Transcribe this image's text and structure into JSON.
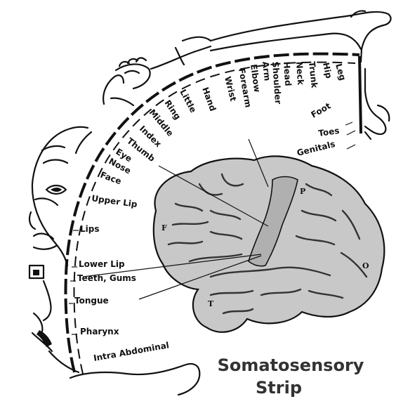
{
  "diagram": {
    "title_line1": "Somatosensory",
    "title_line2": "Strip",
    "colors": {
      "ink": "#111111",
      "brain_fill": "#c8c8c8",
      "strip_fill": "#b4b4b4",
      "sulcus": "#333333"
    },
    "body_part_labels": [
      "Intra Abdominal",
      "Pharynx",
      "Tongue",
      "Teeth, Gums",
      "Lower Lip",
      "Lips",
      "Upper Lip",
      "Face",
      "Nose",
      "Eye",
      "Thumb",
      "Index",
      "Middle",
      "Ring",
      "Little",
      "Hand",
      "Wrist",
      "Forearm",
      "Elbow",
      "Arm",
      "Shoulder",
      "Head",
      "Neck",
      "Trunk",
      "Hip",
      "Leg",
      "Foot",
      "Toes",
      "Genitals"
    ],
    "lobe_labels": [
      "F",
      "P",
      "O",
      "T"
    ]
  }
}
